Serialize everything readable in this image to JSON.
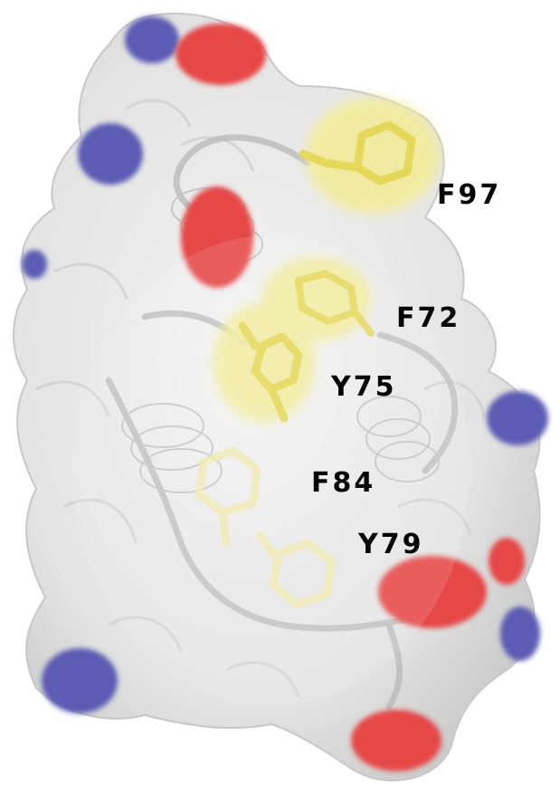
{
  "figure": {
    "labels": [
      {
        "id": "f97",
        "text": "F97"
      },
      {
        "id": "f72",
        "text": "F72"
      },
      {
        "id": "y75",
        "text": "Y75"
      },
      {
        "id": "f84",
        "text": "F84"
      },
      {
        "id": "y79",
        "text": "Y79"
      }
    ]
  },
  "colors": {
    "surface": "#e9e9e9",
    "surface_shadow": "#cfcfcf",
    "oxygen_red": "#e64646",
    "nitrogen_blue": "#5c5cb4",
    "hydrophobic_yellow": "#f2ec9a",
    "ring_yellow": "#e6da5a",
    "ribbon": "#bdbdbd"
  }
}
